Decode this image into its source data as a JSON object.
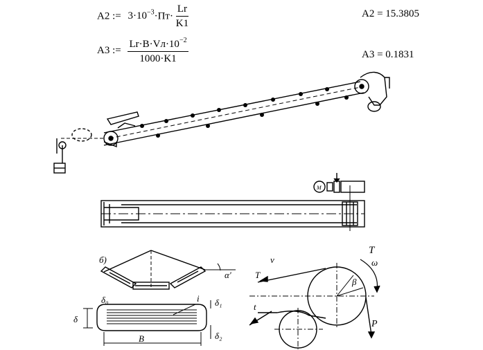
{
  "equations": [
    {
      "lhs": "A2 :=",
      "coef": "3·10",
      "coef_exp": "−3",
      "mult": "·Пт·",
      "num": "Lr",
      "den": "K1",
      "result": "A2 = 15.3805"
    },
    {
      "lhs": "A3 :=",
      "num": "Lr·B·Vл·10",
      "num_exp": "−2",
      "den": "1000·K1",
      "result": "A3 = 0.1831"
    }
  ],
  "figure_labels": {
    "motor": "M",
    "panel_b": "б)",
    "alpha": "α'",
    "delta0": "δ₀",
    "delta": "δ",
    "i": "i",
    "delta1": "δ₁",
    "delta2": "δ₂",
    "width": "B",
    "tension_T": "T",
    "omega": "ω",
    "v": "v",
    "beta": "β",
    "force_P": "P",
    "t_upper": "T",
    "t_lower": "t"
  }
}
